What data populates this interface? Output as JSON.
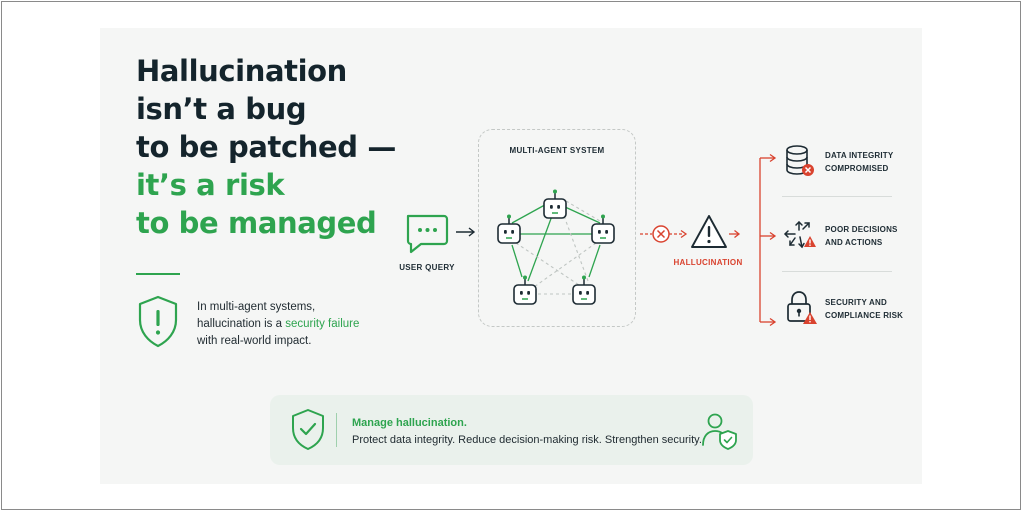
{
  "headline": {
    "line1": "Hallucination",
    "line2": "isn’t a bug",
    "line3": "to be patched —",
    "line4": "it’s a risk",
    "line5": "to be managed"
  },
  "description": {
    "line1": "In multi-agent systems,",
    "line2_before": "hallucination is a ",
    "line2_highlight": "security failure",
    "line3": "with real-world impact."
  },
  "flow": {
    "user_query": "USER QUERY",
    "system_title": "MULTI-AGENT SYSTEM",
    "hallucination_label": "HALLUCINATION"
  },
  "impacts": [
    {
      "line1": "DATA INTEGRITY",
      "line2": "COMPROMISED",
      "icon": "database-error-icon"
    },
    {
      "line1": "POOR DECISIONS",
      "line2": "AND ACTIONS",
      "icon": "scattered-arrows-warning-icon"
    },
    {
      "line1": "SECURITY AND",
      "line2": "COMPLIANCE RISK",
      "icon": "lock-warning-icon"
    }
  ],
  "callout": {
    "title": "Manage hallucination.",
    "text": "Protect data integrity. Reduce decision-making risk. Strengthen security."
  },
  "colors": {
    "accent_green": "#2ea44f",
    "alert_red": "#d9432f",
    "ink": "#14242c",
    "panel_bg": "#f5f6f5"
  }
}
